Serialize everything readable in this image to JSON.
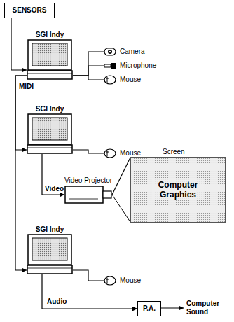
{
  "diagram": {
    "nodes": [
      {
        "text": [
          "SENSORS"
        ]
      },
      {
        "text": [
          "SGI Indy"
        ]
      },
      {
        "text": [
          "Camera"
        ]
      },
      {
        "text": [
          "Microphone"
        ]
      },
      {
        "text": [
          "Mouse"
        ]
      },
      {
        "text": [
          "SGI Indy"
        ]
      },
      {
        "text": [
          "Mouse"
        ]
      },
      {
        "text": [
          "Video Projector"
        ]
      },
      {
        "text": [
          "Screen",
          "Computer Graphics"
        ]
      },
      {
        "text": [
          "SGI Indy"
        ]
      },
      {
        "text": [
          "Mouse"
        ]
      },
      {
        "text": [
          "P.A."
        ]
      }
    ],
    "edges": [
      {
        "from": 0,
        "to": 1,
        "arrow": "to"
      },
      {
        "from": 1,
        "to": 2,
        "arrow": "none"
      },
      {
        "from": 1,
        "to": 3,
        "arrow": "none"
      },
      {
        "from": 1,
        "to": 4,
        "arrow": "none"
      },
      {
        "from": 1,
        "to": 5,
        "label": "MIDI",
        "arrow": "to"
      },
      {
        "from": 1,
        "to": 9,
        "arrow": "to"
      },
      {
        "from": 5,
        "to": 6,
        "arrow": "none"
      },
      {
        "from": 5,
        "to": 7,
        "label": "Video",
        "arrow": "to"
      },
      {
        "from": 7,
        "to": 8,
        "arrow": "none"
      },
      {
        "from": 9,
        "to": 10,
        "arrow": "none"
      },
      {
        "from": 9,
        "to": 11,
        "label": "Audio",
        "arrow": "to"
      }
    ],
    "labels": [
      "Computer Sound"
    ]
  }
}
